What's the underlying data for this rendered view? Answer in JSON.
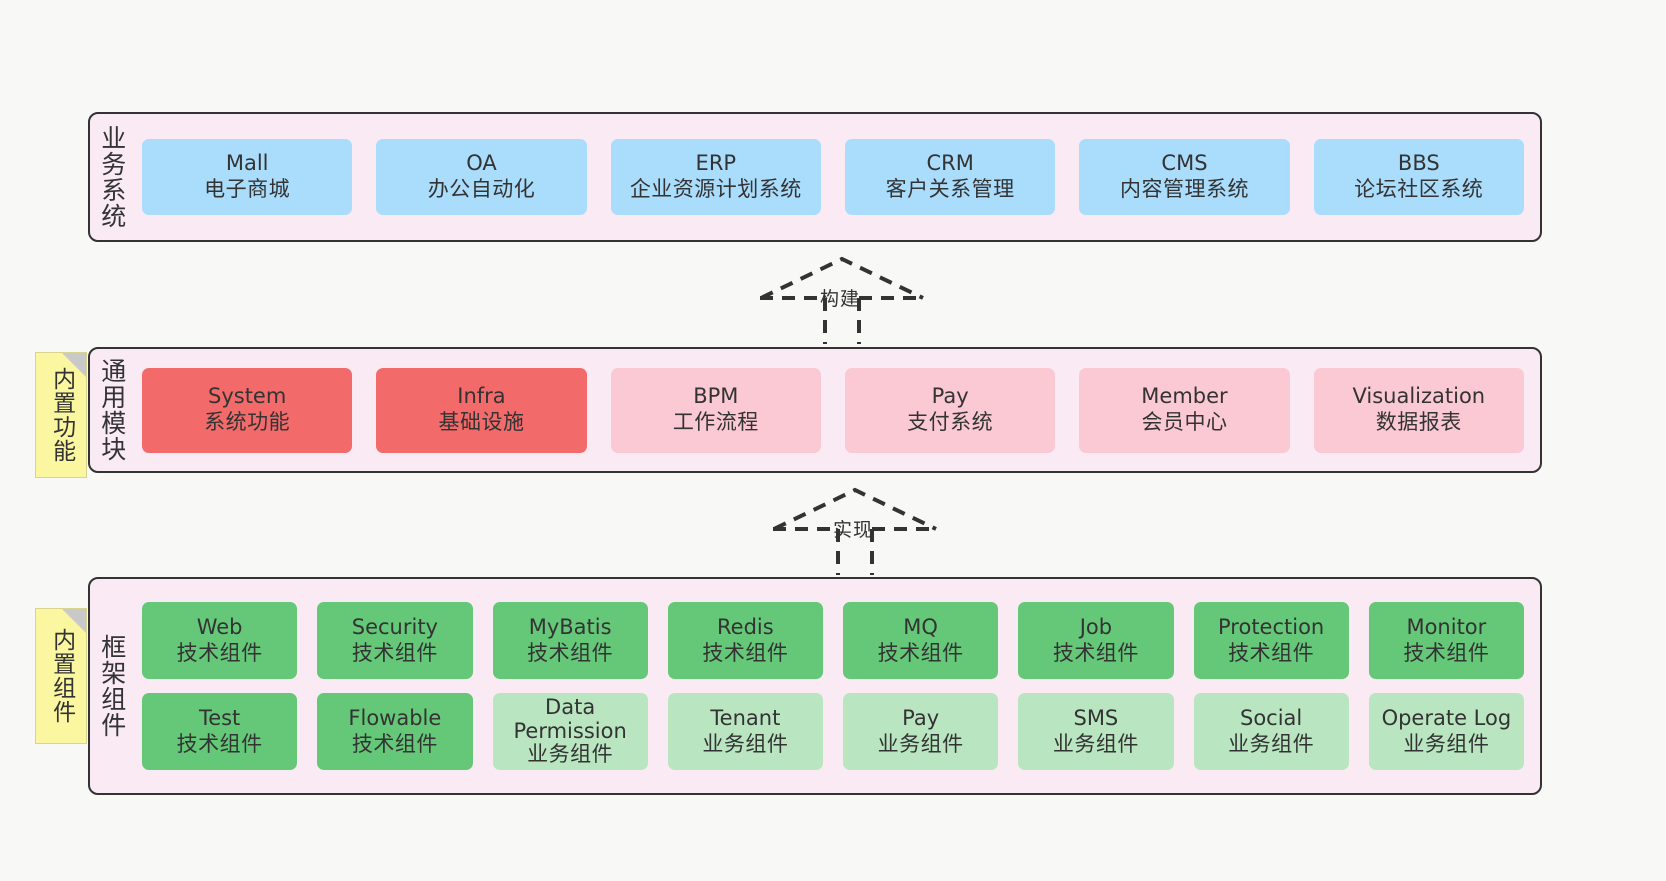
{
  "diagram": {
    "background_color": "#f8f8f7",
    "panel_color": "#f9eaf4",
    "border_color": "#333333"
  },
  "layers": [
    {
      "id": "business-system",
      "title": "业务系统",
      "note": null,
      "rows": [
        {
          "style": "card-biz",
          "cards": [
            {
              "name": "Mall",
              "desc": "电子商城"
            },
            {
              "name": "OA",
              "desc": "办公自动化"
            },
            {
              "name": "ERP",
              "desc": "企业资源计划系统"
            },
            {
              "name": "CRM",
              "desc": "客户关系管理"
            },
            {
              "name": "CMS",
              "desc": "内容管理系统"
            },
            {
              "name": "BBS",
              "desc": "论坛社区系统"
            }
          ]
        }
      ]
    },
    {
      "id": "common-module",
      "title": "通用模块",
      "note": "内置功能",
      "rows": [
        {
          "cards": [
            {
              "name": "System",
              "desc": "系统功能",
              "style": "card-core"
            },
            {
              "name": "Infra",
              "desc": "基础设施",
              "style": "card-core"
            },
            {
              "name": "BPM",
              "desc": "工作流程",
              "style": "card-core-lt"
            },
            {
              "name": "Pay",
              "desc": "支付系统",
              "style": "card-core-lt"
            },
            {
              "name": "Member",
              "desc": "会员中心",
              "style": "card-core-lt"
            },
            {
              "name": "Visualization",
              "desc": "数据报表",
              "style": "card-core-lt"
            }
          ]
        }
      ]
    },
    {
      "id": "framework-component",
      "title": "框架组件",
      "note": "内置组件",
      "rows": [
        {
          "cards": [
            {
              "name": "Web",
              "desc": "技术组件",
              "style": "card-tech"
            },
            {
              "name": "Security",
              "desc": "技术组件",
              "style": "card-tech"
            },
            {
              "name": "MyBatis",
              "desc": "技术组件",
              "style": "card-tech"
            },
            {
              "name": "Redis",
              "desc": "技术组件",
              "style": "card-tech"
            },
            {
              "name": "MQ",
              "desc": "技术组件",
              "style": "card-tech"
            },
            {
              "name": "Job",
              "desc": "技术组件",
              "style": "card-tech"
            },
            {
              "name": "Protection",
              "desc": "技术组件",
              "style": "card-tech"
            },
            {
              "name": "Monitor",
              "desc": "技术组件",
              "style": "card-tech"
            }
          ]
        },
        {
          "cards": [
            {
              "name": "Test",
              "desc": "技术组件",
              "style": "card-tech"
            },
            {
              "name": "Flowable",
              "desc": "技术组件",
              "style": "card-tech"
            },
            {
              "name": "Data Permission",
              "desc": "业务组件",
              "style": "card-biz-comp",
              "wrap": true
            },
            {
              "name": "Tenant",
              "desc": "业务组件",
              "style": "card-biz-comp"
            },
            {
              "name": "Pay",
              "desc": "业务组件",
              "style": "card-biz-comp"
            },
            {
              "name": "SMS",
              "desc": "业务组件",
              "style": "card-biz-comp"
            },
            {
              "name": "Social",
              "desc": "业务组件",
              "style": "card-biz-comp"
            },
            {
              "name": "Operate Log",
              "desc": "业务组件",
              "style": "card-biz-comp"
            }
          ]
        }
      ]
    }
  ],
  "connectors": [
    {
      "id": "build",
      "label": "构建",
      "direction": "up",
      "style": "dashed-hollow-triangle"
    },
    {
      "id": "implement",
      "label": "实现",
      "direction": "up",
      "style": "dashed-hollow-triangle"
    }
  ],
  "colors": {
    "business_card": "#aadcfc",
    "core_module": "#f26a6a",
    "optional_module": "#fbc9d4",
    "tech_component": "#64c878",
    "business_component": "#b9e6c0",
    "note": "#fbf6a0",
    "panel": "#f9eaf4"
  }
}
